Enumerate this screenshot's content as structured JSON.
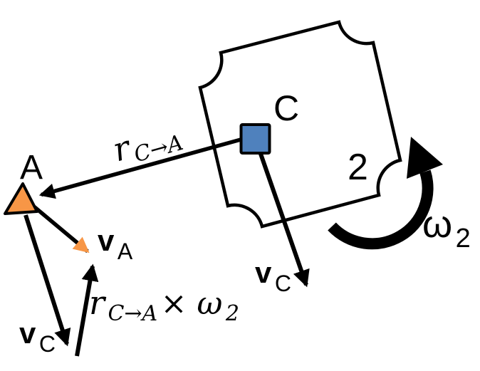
{
  "diagram": {
    "labels": {
      "point_a": "A",
      "point_c": "C",
      "body_number": "2",
      "r_vector": {
        "main": "r",
        "sub": "C→A"
      },
      "v_a": {
        "main": "v",
        "sub": "A"
      },
      "v_c_at_a": {
        "main": "v",
        "sub": "C"
      },
      "v_c_at_c": {
        "main": "v",
        "sub": "C"
      },
      "cross_product": {
        "r": "r",
        "r_sub": "C→A",
        "times_omega": " × ω",
        "omega_sub": "2"
      },
      "omega": {
        "main": "ω",
        "sub": "2"
      }
    },
    "colors": {
      "accent_orange": "#F79646",
      "marker_blue_fill": "#4F81BD",
      "marker_blue_stroke": "#1F3864",
      "ink": "#000000"
    }
  }
}
